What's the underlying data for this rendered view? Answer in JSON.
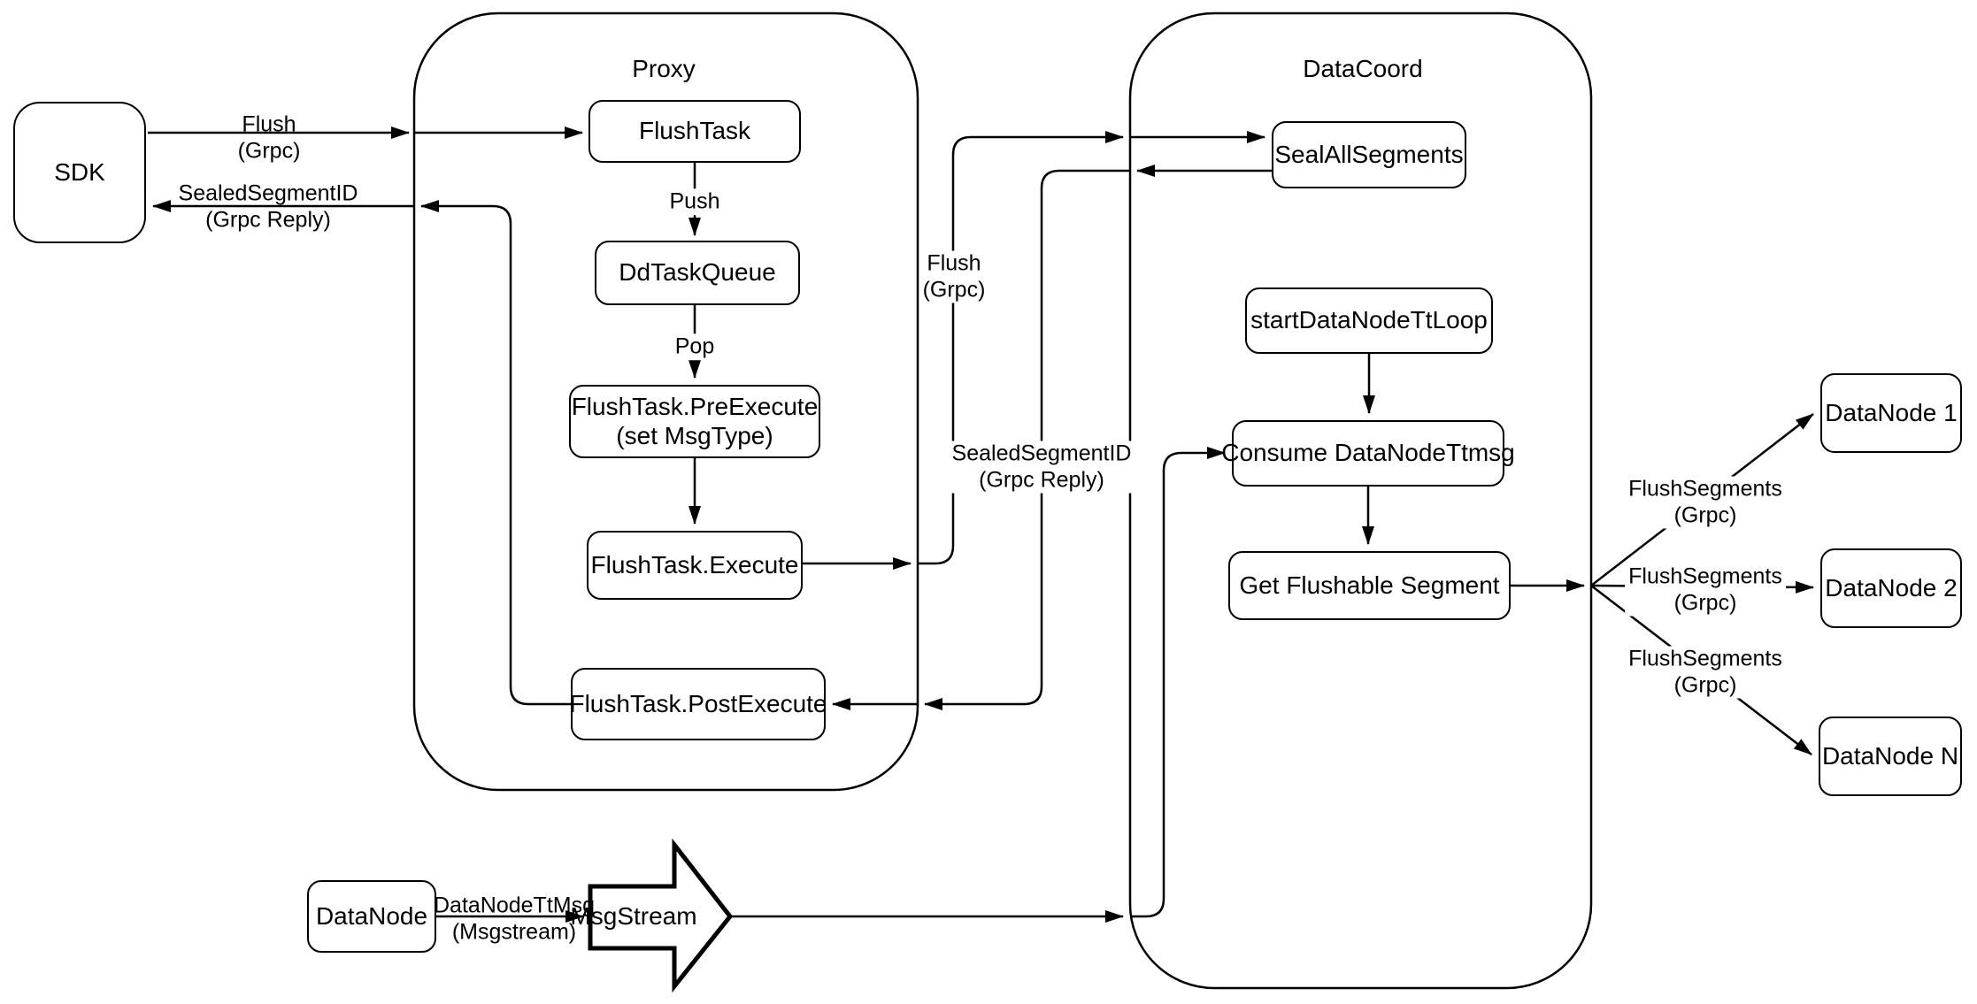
{
  "diagram": {
    "background_color": "#ffffff",
    "stroke_color": "#000000",
    "containers": {
      "proxy": {
        "label": "Proxy"
      },
      "datacoord": {
        "label": "DataCoord"
      }
    },
    "nodes": {
      "sdk": {
        "label": "SDK"
      },
      "flush_task": {
        "label": "FlushTask"
      },
      "dd_task_queue": {
        "label": "DdTaskQueue"
      },
      "pre_execute": {
        "line1": "FlushTask.PreExecute",
        "line2": "(set MsgType)"
      },
      "execute": {
        "label": "FlushTask.Execute"
      },
      "post_execute": {
        "label": "FlushTask.PostExecute"
      },
      "seal_all_segments": {
        "label": "SealAllSegments"
      },
      "start_datanode_tt_loop": {
        "label": "startDataNodeTtLoop"
      },
      "consume_datanode_ttmsg": {
        "label": "Consume DataNodeTtmsg"
      },
      "get_flushable_segment": {
        "label": "Get Flushable Segment"
      },
      "datanode_1": {
        "label": "DataNode 1"
      },
      "datanode_2": {
        "label": "DataNode 2"
      },
      "datanode_n": {
        "label": "DataNode N"
      },
      "datanode_source": {
        "label": "DataNode"
      },
      "msgstream": {
        "label": "MsgStream"
      }
    },
    "edge_labels": {
      "flush_sdk": {
        "line1": "Flush",
        "line2": "(Grpc)"
      },
      "sealed_sdk": {
        "line1": "SealedSegmentID",
        "line2": "(Grpc Reply)"
      },
      "push": {
        "label": "Push"
      },
      "pop": {
        "label": "Pop"
      },
      "flush_mid": {
        "line1": "Flush",
        "line2": "(Grpc)"
      },
      "sealed_mid": {
        "line1": "SealedSegmentID",
        "line2": "(Grpc Reply)"
      },
      "datanode_ttmsg": {
        "line1": "DataNodeTtMsg",
        "line2": "(Msgstream)"
      },
      "flush_segments_1": {
        "line1": "FlushSegments",
        "line2": "(Grpc)"
      },
      "flush_segments_2": {
        "line1": "FlushSegments",
        "line2": "(Grpc)"
      },
      "flush_segments_3": {
        "line1": "FlushSegments",
        "line2": "(Grpc)"
      }
    }
  }
}
